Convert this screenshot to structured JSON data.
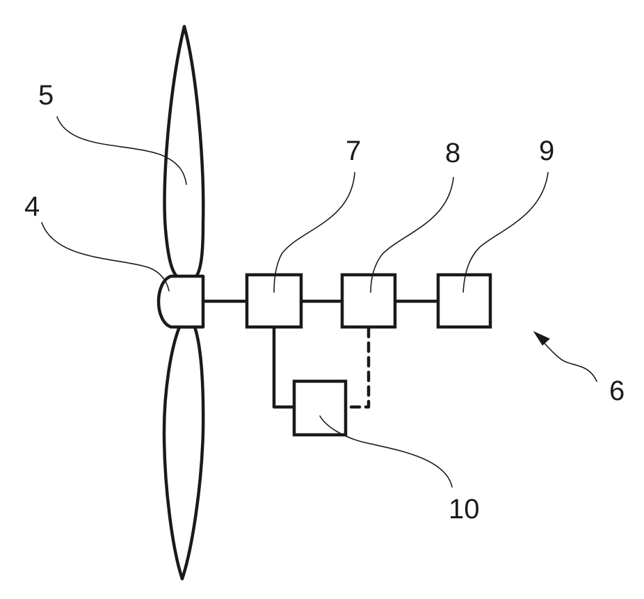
{
  "figure": {
    "labels": {
      "rotor_blade": "5",
      "hub": "4",
      "unit_7": "7",
      "unit_8": "8",
      "unit_9": "9",
      "system": "6",
      "unit_10": "10"
    }
  }
}
